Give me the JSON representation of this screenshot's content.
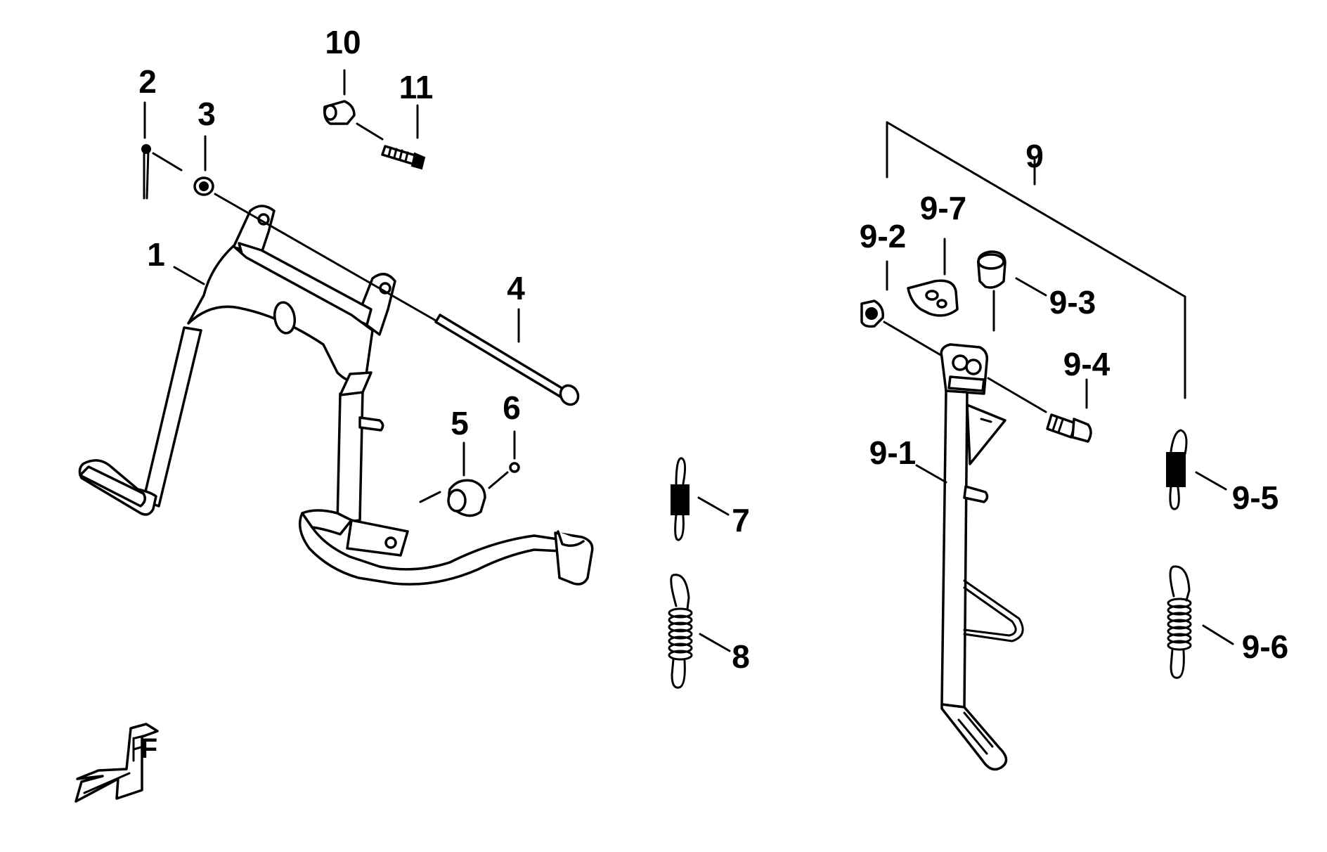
{
  "diagram": {
    "type": "exploded-parts-diagram",
    "line_color": "#000000",
    "background_color": "#ffffff",
    "orientation_icon": "front-direction-arrow-icon",
    "orientation_letter": "F",
    "callouts": [
      {
        "id": "1",
        "label": "1"
      },
      {
        "id": "2",
        "label": "2"
      },
      {
        "id": "3",
        "label": "3"
      },
      {
        "id": "4",
        "label": "4"
      },
      {
        "id": "5",
        "label": "5"
      },
      {
        "id": "6",
        "label": "6"
      },
      {
        "id": "7",
        "label": "7"
      },
      {
        "id": "8",
        "label": "8"
      },
      {
        "id": "9",
        "label": "9"
      },
      {
        "id": "9-1",
        "label": "9-1"
      },
      {
        "id": "9-2",
        "label": "9-2"
      },
      {
        "id": "9-3",
        "label": "9-3"
      },
      {
        "id": "9-4",
        "label": "9-4"
      },
      {
        "id": "9-5",
        "label": "9-5"
      },
      {
        "id": "9-6",
        "label": "9-6"
      },
      {
        "id": "9-7",
        "label": "9-7"
      },
      {
        "id": "10",
        "label": "10"
      },
      {
        "id": "11",
        "label": "11"
      }
    ]
  }
}
